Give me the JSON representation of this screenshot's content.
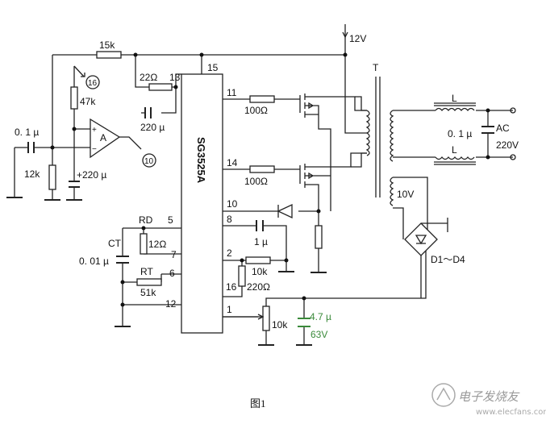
{
  "ic": {
    "name": "SG3525A",
    "pins": {
      "p15": "15",
      "p13": "13",
      "p11": "11",
      "p14": "14",
      "p10": "10",
      "p8": "8",
      "p2": "2",
      "p16": "16",
      "p1": "1",
      "p5": "5",
      "p7": "7",
      "p6": "6",
      "p12": "12"
    }
  },
  "labels": {
    "supply": "12V",
    "r15k": "15k",
    "r22": "22Ω",
    "c220a": "220 µ",
    "ref16": "16",
    "r47k": "47k",
    "c01in": "0. 1 µ",
    "opamp": "A",
    "ref10": "10",
    "r12k": "12k",
    "c220b": "+220 µ",
    "r100a": "100Ω",
    "r100b": "100Ω",
    "rd": "RD",
    "r12": "12Ω",
    "ct": "CT",
    "ct_val": "0. 01 µ",
    "rt": "RT",
    "rt_val": "51k",
    "c1": "1 µ",
    "r10k": "10k",
    "r220": "220Ω",
    "pot": "10k",
    "c47": "4.7 µ",
    "c47v": "63V",
    "transformer": "T",
    "inductor1": "L",
    "inductor2": "L",
    "c01out": "0. 1 µ",
    "ac": "AC",
    "ac_v": "220V",
    "winding": "10V",
    "bridge": "D1～D4"
  },
  "caption": "图1",
  "watermark": {
    "brand": "电子发烧友",
    "url": "www.elecfans.com"
  }
}
